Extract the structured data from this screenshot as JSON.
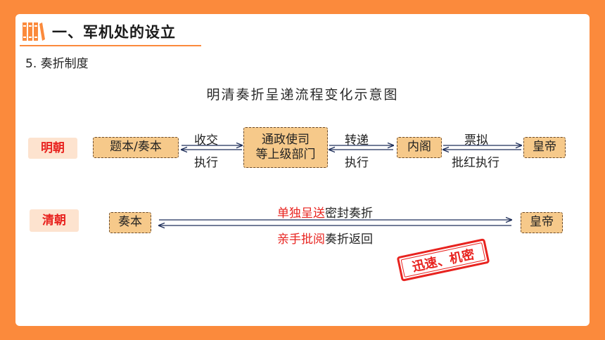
{
  "header": {
    "title": "一、军机处的设立"
  },
  "section": {
    "label": "5. 奏折制度"
  },
  "diagram": {
    "title": "明清奏折呈递流程变化示意图",
    "ming": {
      "dynasty": "明朝",
      "nodes": [
        "题本/奏本",
        "通政使司",
        "等上级部门",
        "内阁",
        "皇帝"
      ],
      "edges": {
        "a_top": "收交",
        "a_bottom": "执行",
        "b_top": "转递",
        "b_bottom": "执行",
        "c_top": "票拟",
        "c_bottom": "批红执行"
      }
    },
    "qing": {
      "dynasty": "清朝",
      "nodes": [
        "奏本",
        "皇帝"
      ],
      "top_red": "单独呈送",
      "top_black": "密封奏折",
      "bottom_red": "亲手批阅",
      "bottom_black": "奏折返回"
    },
    "stamp": "迅速、机密"
  }
}
